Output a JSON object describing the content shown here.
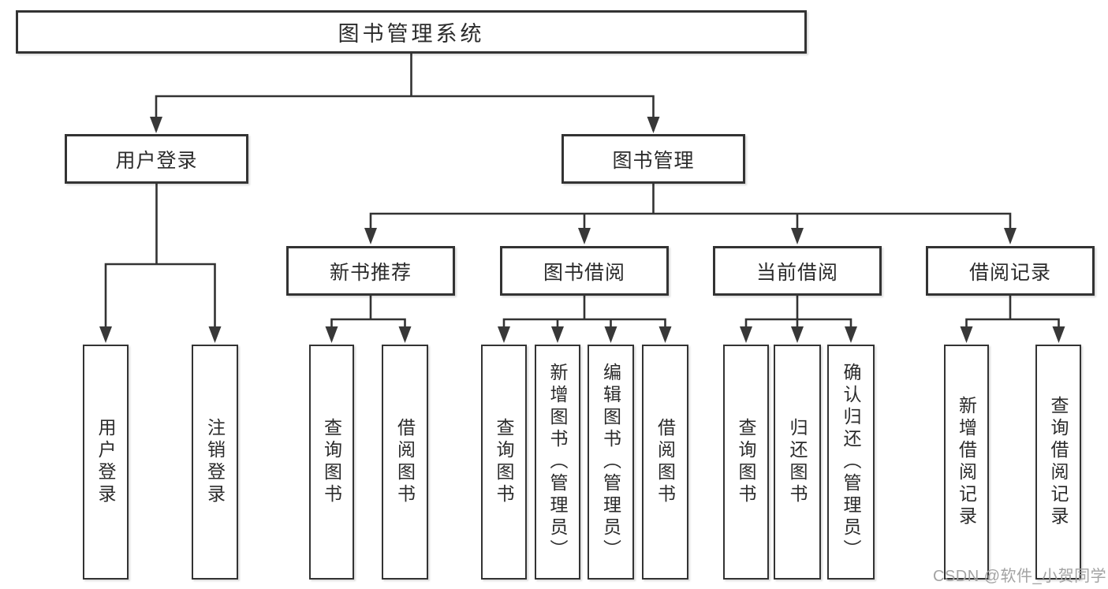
{
  "style": {
    "background": "#ffffff",
    "line_color": "#333333",
    "box_border_color": "#333333",
    "text_color": "#2b2b2b",
    "watermark_color": "#a3a3a3"
  },
  "tree": {
    "root": {
      "label": "图书管理系统"
    },
    "children": [
      {
        "label": "用户登录",
        "children": [
          {
            "label": "用户登录"
          },
          {
            "label": "注销登录"
          }
        ]
      },
      {
        "label": "图书管理",
        "children": [
          {
            "label": "新书推荐",
            "children": [
              {
                "label": "查询图书"
              },
              {
                "label": "借阅图书"
              }
            ]
          },
          {
            "label": "图书借阅",
            "children": [
              {
                "label": "查询图书"
              },
              {
                "label": "新增图书（管理员）"
              },
              {
                "label": "编辑图书（管理员）"
              },
              {
                "label": "借阅图书"
              }
            ]
          },
          {
            "label": "当前借阅",
            "children": [
              {
                "label": "查询图书"
              },
              {
                "label": "归还图书"
              },
              {
                "label": "确认归还（管理员）"
              }
            ]
          },
          {
            "label": "借阅记录",
            "children": [
              {
                "label": "新增借阅记录"
              },
              {
                "label": "查询借阅记录"
              }
            ]
          }
        ]
      }
    ]
  },
  "watermark": {
    "text": "CSDN @软件_小贺同学"
  }
}
